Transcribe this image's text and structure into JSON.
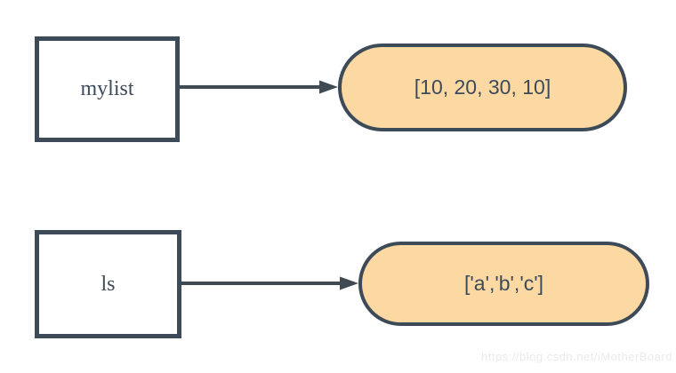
{
  "diagram": {
    "rows": [
      {
        "variable": "mylist",
        "value": "[10, 20, 30, 10]"
      },
      {
        "variable": "ls",
        "value": "['a','b','c']"
      }
    ]
  },
  "watermark": {
    "text": "https://blog.csdn.net/iMotherBoard"
  },
  "colors": {
    "background": "#ffffff",
    "shape_border": "#3d4a57",
    "rect_fill": "#ffffff",
    "pill_fill": "#fcd8a3",
    "text": "#3c4a5a",
    "arrow": "#404a52",
    "watermark": "#eaeaea"
  }
}
